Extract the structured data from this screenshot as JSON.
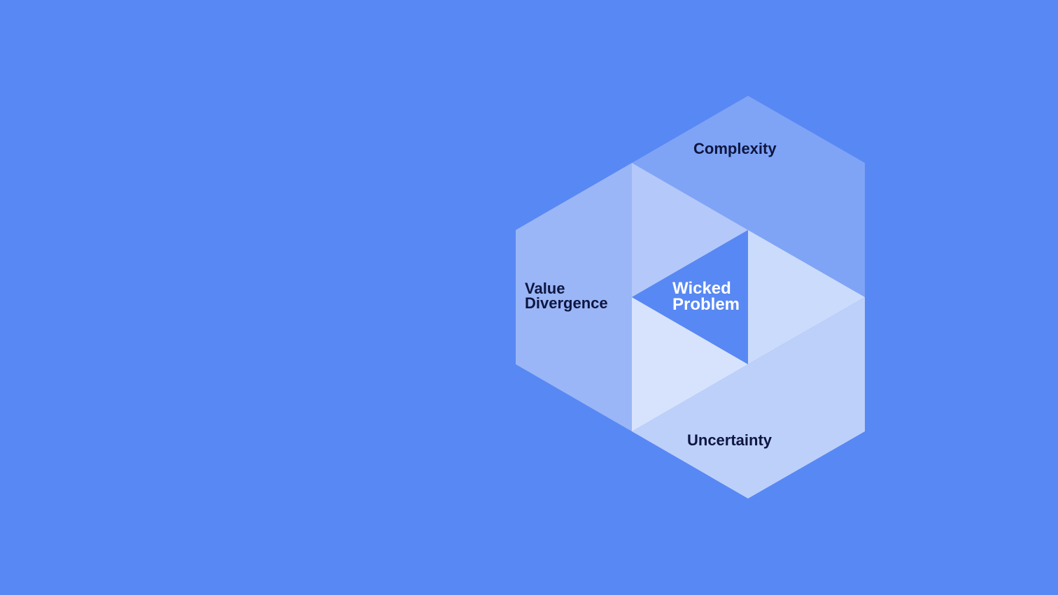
{
  "diagram": {
    "labels": {
      "complexity": "Complexity",
      "value_line1": "Value",
      "value_line2": "Divergence",
      "uncertainty": "Uncertainty",
      "center_line1": "Wicked",
      "center_line2": "Problem"
    },
    "colors": {
      "background": "#5888f3",
      "complexity_band": "#7fa4f6",
      "value_band": "#9ab6f7",
      "uncertainty_band": "#bdd0fa",
      "inner_top_left": "#b4c9fa",
      "inner_right": "#cbdbfc",
      "inner_bottom_left": "#d7e3fd",
      "center_triangle": "#5888f3",
      "label_text": "#0e1640",
      "center_text": "#ffffff"
    }
  }
}
